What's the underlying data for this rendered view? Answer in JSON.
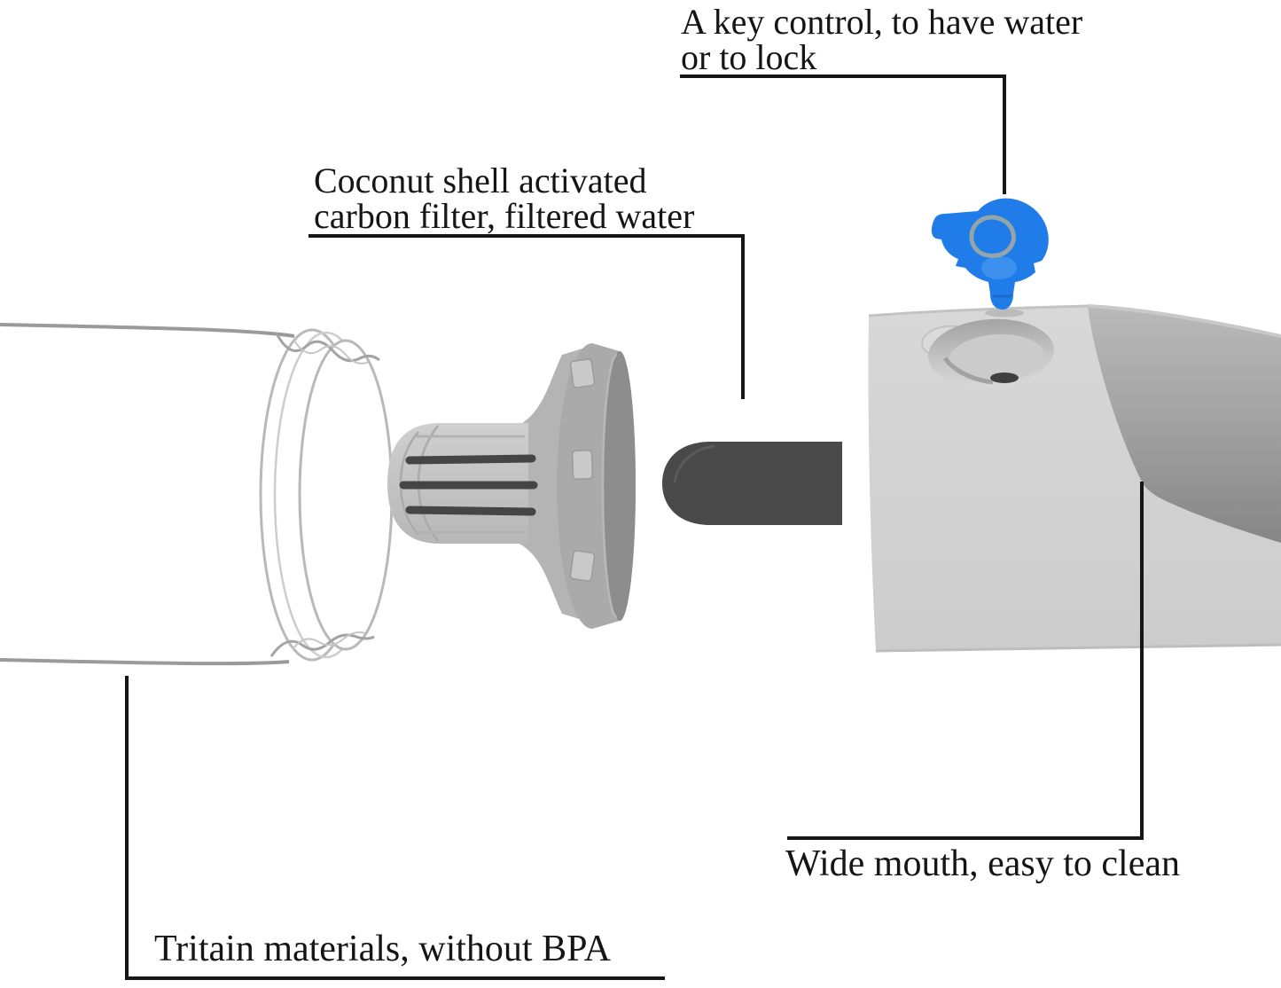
{
  "figure": {
    "description": "Exploded product diagram of a filtered water bottle",
    "background": "#ffffff"
  },
  "annotations": {
    "key_control": {
      "line1": "A key control, to have water",
      "line2": "or to lock"
    },
    "carbon_filter": {
      "line1": "Coconut shell activated",
      "line2": "carbon filter, filtered water"
    },
    "wide_mouth": {
      "label": "Wide mouth, easy to clean"
    },
    "tritan": {
      "label": "Tritain materials, without BPA"
    }
  },
  "parts": {
    "bottle_body": {
      "name": "transparent bottle body"
    },
    "filter_cartridge": {
      "name": "coconut shell activated carbon filter cartridge"
    },
    "mouthpiece": {
      "name": "spout plug",
      "color": "#494949"
    },
    "bottle_head": {
      "name": "wide-mouth bottle head",
      "color": "#d3d3d3"
    },
    "control_key": {
      "name": "water control key",
      "color": "#1f7ce8",
      "emblem": "water-drop-icon"
    }
  },
  "colors": {
    "text": "#151515",
    "leader_line": "#161616",
    "key_blue": "#1f7ce8"
  }
}
